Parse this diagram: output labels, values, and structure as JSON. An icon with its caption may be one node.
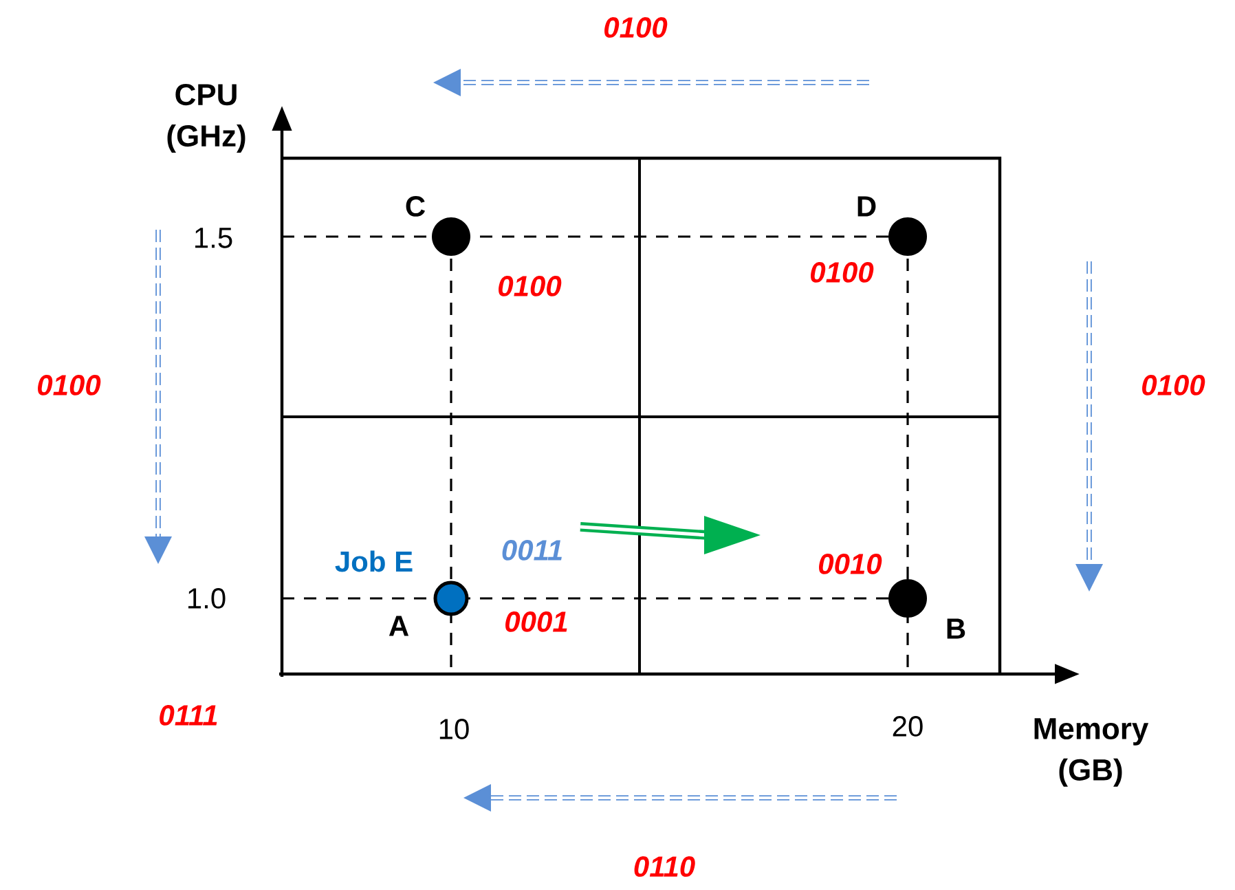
{
  "diagram": {
    "labels": [
      "0100",
      "CPU (GHz)",
      "C",
      "D",
      "1.5",
      "0100",
      "0100",
      "0100",
      "0100",
      "Job E",
      "0011",
      "0010",
      "1.0",
      "A",
      "0001",
      "B",
      "0111",
      "10",
      "20",
      "Memory (GB)",
      "0110"
    ]
  }
}
